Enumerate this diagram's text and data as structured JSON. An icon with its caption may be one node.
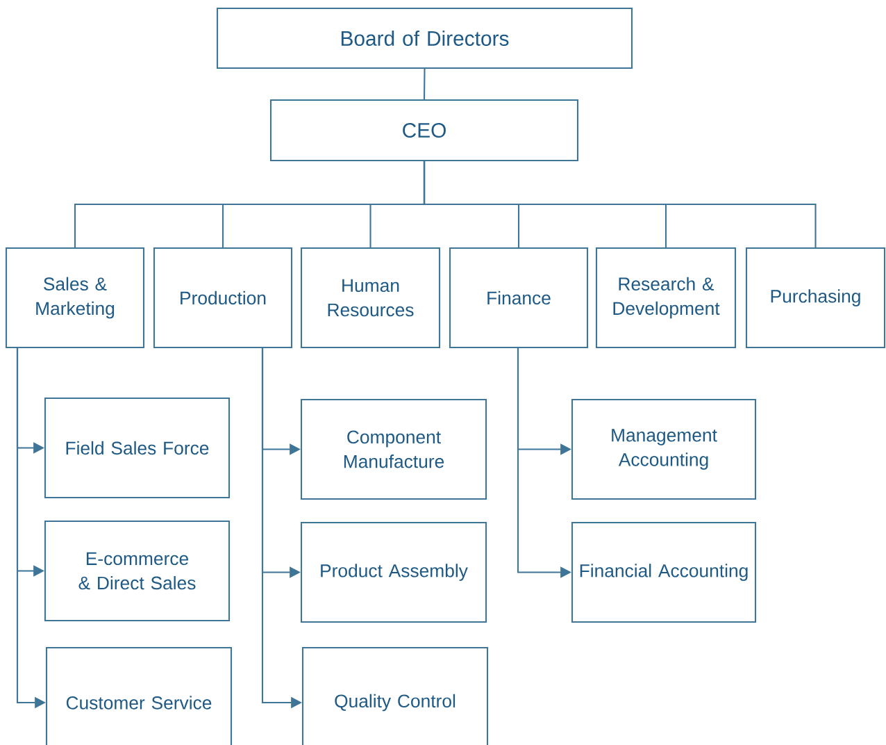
{
  "diagram": {
    "nodes": [
      {
        "text": [
          "Board of Directors"
        ]
      },
      {
        "text": [
          "CEO"
        ]
      },
      {
        "text": [
          "Sales & Marketing"
        ]
      },
      {
        "text": [
          "Production"
        ]
      },
      {
        "text": [
          "Human Resources"
        ]
      },
      {
        "text": [
          "Finance"
        ]
      },
      {
        "text": [
          "Research & Development"
        ]
      },
      {
        "text": [
          "Purchasing"
        ]
      },
      {
        "text": [
          "Field Sales Force"
        ]
      },
      {
        "text": [
          "E-commerce & Direct Sales"
        ]
      },
      {
        "text": [
          "Customer Service"
        ]
      },
      {
        "text": [
          "Component Manufacture"
        ]
      },
      {
        "text": [
          "Product Assembly"
        ]
      },
      {
        "text": [
          "Quality Control"
        ]
      },
      {
        "text": [
          "Management Accounting"
        ]
      },
      {
        "text": [
          "Financial Accounting"
        ]
      }
    ],
    "edges": [
      {
        "from": 0,
        "to": 1,
        "arrow": "none"
      },
      {
        "from": 1,
        "to": 2,
        "arrow": "none"
      },
      {
        "from": 1,
        "to": 3,
        "arrow": "none"
      },
      {
        "from": 1,
        "to": 4,
        "arrow": "none"
      },
      {
        "from": 1,
        "to": 5,
        "arrow": "none"
      },
      {
        "from": 1,
        "to": 6,
        "arrow": "none"
      },
      {
        "from": 1,
        "to": 7,
        "arrow": "none"
      },
      {
        "from": 2,
        "to": 8,
        "arrow": "to"
      },
      {
        "from": 2,
        "to": 9,
        "arrow": "to"
      },
      {
        "from": 2,
        "to": 10,
        "arrow": "to"
      },
      {
        "from": 3,
        "to": 11,
        "arrow": "to"
      },
      {
        "from": 3,
        "to": 12,
        "arrow": "to"
      },
      {
        "from": 3,
        "to": 13,
        "arrow": "to"
      },
      {
        "from": 5,
        "to": 14,
        "arrow": "to"
      },
      {
        "from": 5,
        "to": 15,
        "arrow": "to"
      }
    ]
  }
}
